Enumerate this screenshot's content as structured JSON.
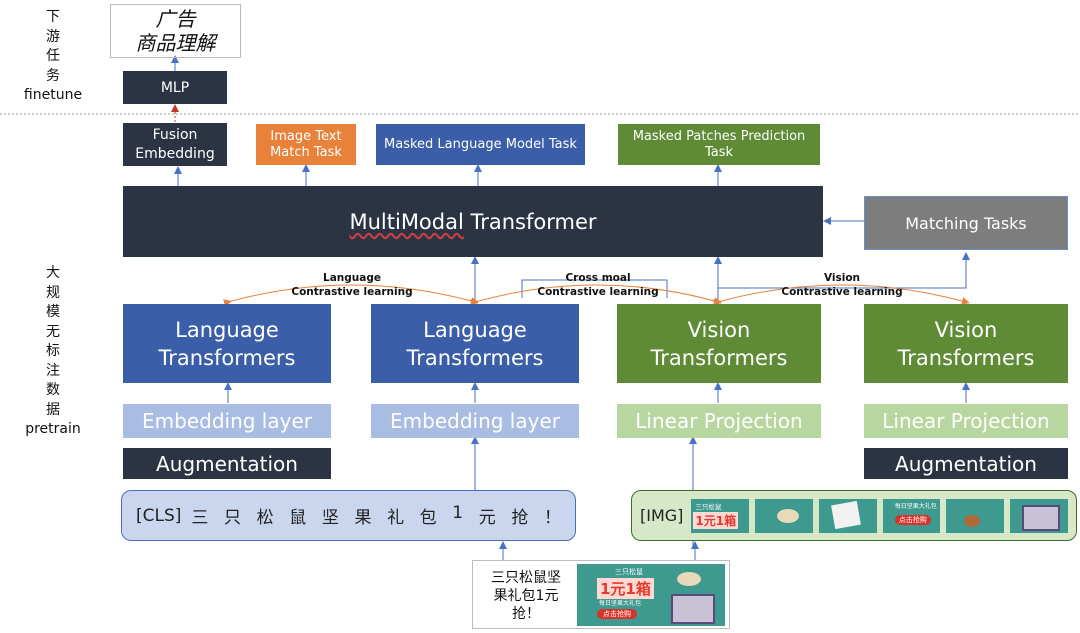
{
  "side": {
    "finetune_chars": [
      "下",
      "游",
      "任",
      "务"
    ],
    "finetune_en": "finetune",
    "pretrain_chars": [
      "大",
      "规",
      "模",
      "无",
      "标",
      "注",
      "数",
      "据"
    ],
    "pretrain_en": "pretrain"
  },
  "downstream": {
    "line1": "广告",
    "line2": "商品理解"
  },
  "mlp": "MLP",
  "tasks": {
    "fusion": [
      "Fusion",
      "Embedding"
    ],
    "itm": [
      "Image Text",
      "Match Task"
    ],
    "mlm": "Masked Language Model Task",
    "mpp": [
      "Masked Patches Prediction",
      "Task"
    ]
  },
  "transformer": {
    "label": "MultiModal Transformer",
    "underlined_part": "MultiModal"
  },
  "matching": "Matching Tasks",
  "contrastive": {
    "language": [
      "Language",
      "Contrastive learning"
    ],
    "cross": [
      "Cross moal",
      "Contrastive learning"
    ],
    "vision": [
      "Vision",
      "Contrastive learning"
    ]
  },
  "encoders": {
    "lang1": [
      "Language",
      "Transformers"
    ],
    "lang2": [
      "Language",
      "Transformers"
    ],
    "vis1": [
      "Vision",
      "Transformers"
    ],
    "vis2": [
      "Vision",
      "Transformers"
    ]
  },
  "embeds": {
    "e1": "Embedding layer",
    "e2": "Embedding layer",
    "p1": "Linear Projection",
    "p2": "Linear Projection"
  },
  "aug": {
    "left": "Augmentation",
    "right": "Augmentation"
  },
  "text_input": {
    "cls": "[CLS]",
    "chars": [
      "三",
      "只",
      "松",
      "鼠",
      "坚",
      "果",
      "礼",
      "包",
      "1",
      "元",
      "抢",
      "！"
    ]
  },
  "image_input": {
    "img": "[IMG]",
    "patch_texts": [
      "三只松鼠",
      "1元1箱",
      "每日坚果大礼包",
      "点击抢购"
    ]
  },
  "sample": {
    "lines": [
      "三只松鼠坚",
      "果礼包1元",
      "抢！"
    ],
    "ad_line1": "三只松鼠",
    "ad_big": "1元1箱",
    "ad_line2": "每日坚果大礼包",
    "ad_button": "点击抢购"
  },
  "colors": {
    "dark": "#2c3444",
    "orange": "#e8823b",
    "blue": "#3a5ea8",
    "green": "#5f8a36",
    "gray": "#7d7d7d",
    "light_blue": "#a9bde3",
    "light_green": "#b8d7a0",
    "arrow_blue": "#4a72c4",
    "arrow_orange": "#e8823b",
    "arrow_red": "#c0392b"
  }
}
